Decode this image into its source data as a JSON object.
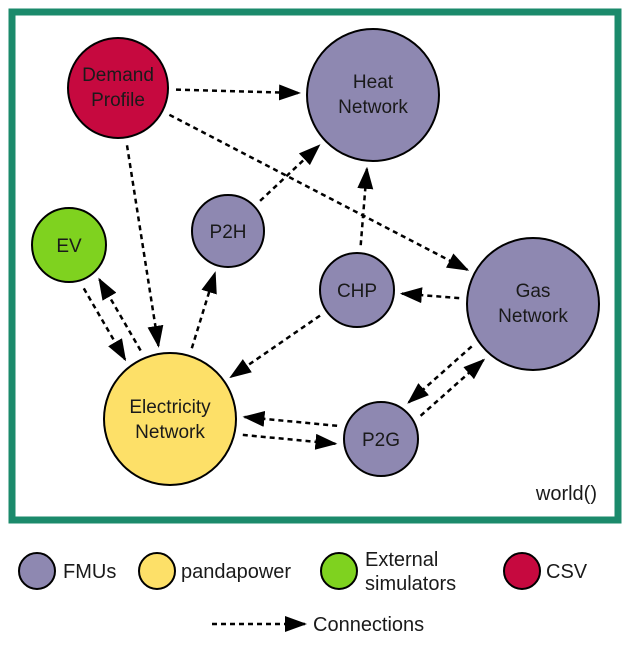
{
  "colors": {
    "frame": "#1b8a6b",
    "fmu": "#8e88b1",
    "pandapower": "#fde068",
    "external": "#7fd21f",
    "csv": "#c6093f"
  },
  "world_label": "world()",
  "nodes": {
    "demand": {
      "line1": "Demand",
      "line2": "Profile",
      "type": "csv"
    },
    "heat": {
      "line1": "Heat",
      "line2": "Network",
      "type": "fmu"
    },
    "ev": {
      "label": "EV",
      "type": "external"
    },
    "p2h": {
      "label": "P2H",
      "type": "fmu"
    },
    "chp": {
      "label": "CHP",
      "type": "fmu"
    },
    "gas": {
      "line1": "Gas",
      "line2": "Network",
      "type": "fmu"
    },
    "electricity": {
      "line1": "Electricity",
      "line2": "Network",
      "type": "pandapower"
    },
    "p2g": {
      "label": "P2G",
      "type": "fmu"
    }
  },
  "connections": [
    {
      "from": "demand",
      "to": "heat"
    },
    {
      "from": "demand",
      "to": "gas"
    },
    {
      "from": "demand",
      "to": "electricity"
    },
    {
      "from": "ev",
      "to": "electricity"
    },
    {
      "from": "electricity",
      "to": "ev"
    },
    {
      "from": "electricity",
      "to": "p2h"
    },
    {
      "from": "p2h",
      "to": "heat"
    },
    {
      "from": "chp",
      "to": "heat"
    },
    {
      "from": "gas",
      "to": "chp"
    },
    {
      "from": "chp",
      "to": "electricity"
    },
    {
      "from": "electricity",
      "to": "p2g"
    },
    {
      "from": "p2g",
      "to": "electricity"
    },
    {
      "from": "p2g",
      "to": "gas"
    },
    {
      "from": "gas",
      "to": "p2g"
    }
  ],
  "legend": {
    "fmu": "FMUs",
    "pandapower": "pandapower",
    "external_line1": "External",
    "external_line2": "simulators",
    "csv": "CSV",
    "connections": "Connections"
  }
}
